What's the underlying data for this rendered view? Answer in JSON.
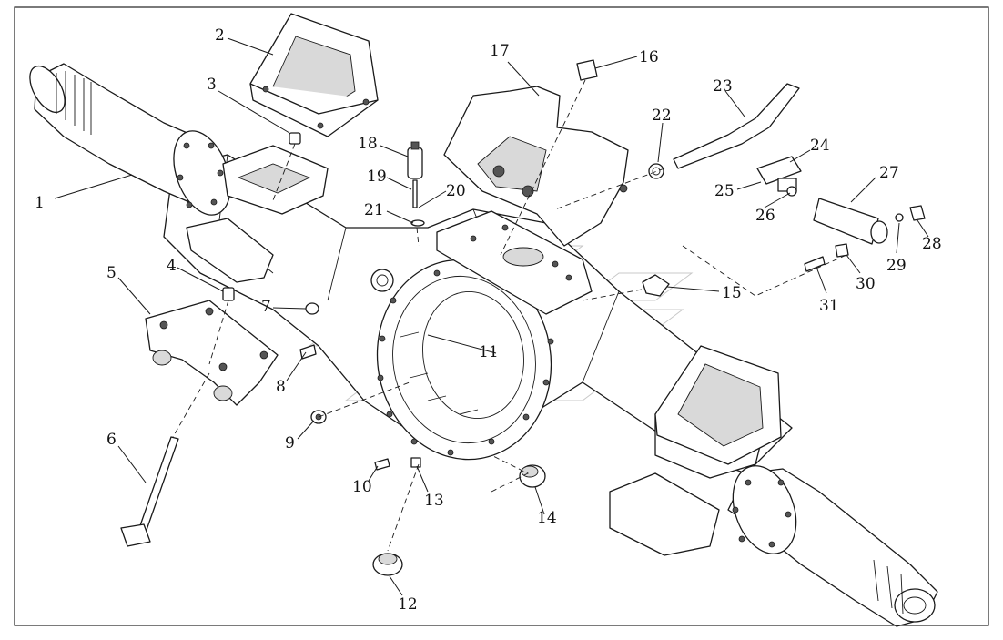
{
  "diagram": {
    "callouts": [
      {
        "id": "1",
        "label": "1"
      },
      {
        "id": "2",
        "label": "2"
      },
      {
        "id": "3",
        "label": "3"
      },
      {
        "id": "4",
        "label": "4"
      },
      {
        "id": "5",
        "label": "5"
      },
      {
        "id": "6",
        "label": "6"
      },
      {
        "id": "7",
        "label": "7"
      },
      {
        "id": "8",
        "label": "8"
      },
      {
        "id": "9",
        "label": "9"
      },
      {
        "id": "10",
        "label": "10"
      },
      {
        "id": "11",
        "label": "11"
      },
      {
        "id": "12",
        "label": "12"
      },
      {
        "id": "13",
        "label": "13"
      },
      {
        "id": "14",
        "label": "14"
      },
      {
        "id": "15",
        "label": "15"
      },
      {
        "id": "16",
        "label": "16"
      },
      {
        "id": "17",
        "label": "17"
      },
      {
        "id": "18",
        "label": "18"
      },
      {
        "id": "19",
        "label": "19"
      },
      {
        "id": "20",
        "label": "20"
      },
      {
        "id": "21",
        "label": "21"
      },
      {
        "id": "22",
        "label": "22"
      },
      {
        "id": "23",
        "label": "23"
      },
      {
        "id": "24",
        "label": "24"
      },
      {
        "id": "25",
        "label": "25"
      },
      {
        "id": "26",
        "label": "26"
      },
      {
        "id": "27",
        "label": "27"
      },
      {
        "id": "28",
        "label": "28"
      },
      {
        "id": "29",
        "label": "29"
      },
      {
        "id": "30",
        "label": "30"
      },
      {
        "id": "31",
        "label": "31"
      }
    ]
  },
  "colors": {
    "line": "#1a1a1a",
    "background": "#ffffff",
    "watermark": "#9a9a9a"
  }
}
